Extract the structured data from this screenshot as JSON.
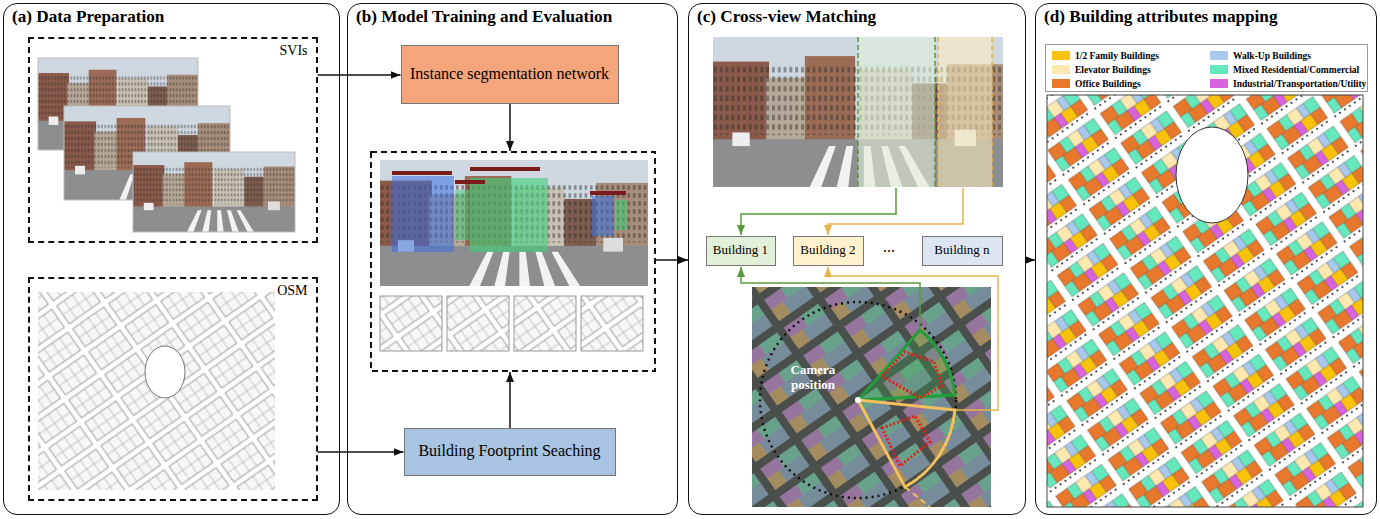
{
  "diagram": {
    "nodes": [
      {
        "text": [
          "(a) Data Preparation"
        ]
      },
      {
        "text": [
          "SVIs"
        ],
        "in": 0
      },
      {
        "text": [
          "OSM"
        ],
        "in": 0
      },
      {
        "text": [
          "(b) Model Training and Evaluation"
        ]
      },
      {
        "text": [
          "Instance segmentation network"
        ],
        "in": 3
      },
      {
        "text": [
          "Building Footprint Seaching"
        ],
        "in": 3
      },
      {
        "text": [
          "(c) Cross-view Matching"
        ]
      },
      {
        "text": [
          "Building 1"
        ],
        "in": 6
      },
      {
        "text": [
          "Building 2"
        ],
        "in": 6
      },
      {
        "text": [
          "Building n"
        ],
        "in": 6
      },
      {
        "text": [
          "(d) Building attributes mapping"
        ]
      }
    ],
    "edges": [
      {
        "from": 1,
        "to": 4,
        "arrow": "to"
      },
      {
        "from": 2,
        "to": 5,
        "arrow": "to"
      },
      {
        "from": 3,
        "to": 6,
        "arrow": "to"
      },
      {
        "from": 6,
        "to": 10,
        "arrow": "to"
      }
    ],
    "labels": [
      "Camera position",
      "..."
    ],
    "legend": [
      {
        "text": "1/2 Family Buildings",
        "color": "#f9c20a"
      },
      {
        "text": "Walk-Up Buildings",
        "color": "#a8c8ee"
      },
      {
        "text": "Elevator Buildings",
        "color": "#fde9b0"
      },
      {
        "text": "Mixed Residential/Commercial",
        "color": "#66e8be"
      },
      {
        "text": "Office Buildings",
        "color": "#e8782c"
      },
      {
        "text": "Industrial/Transportation/Utility",
        "color": "#d963df"
      }
    ]
  }
}
